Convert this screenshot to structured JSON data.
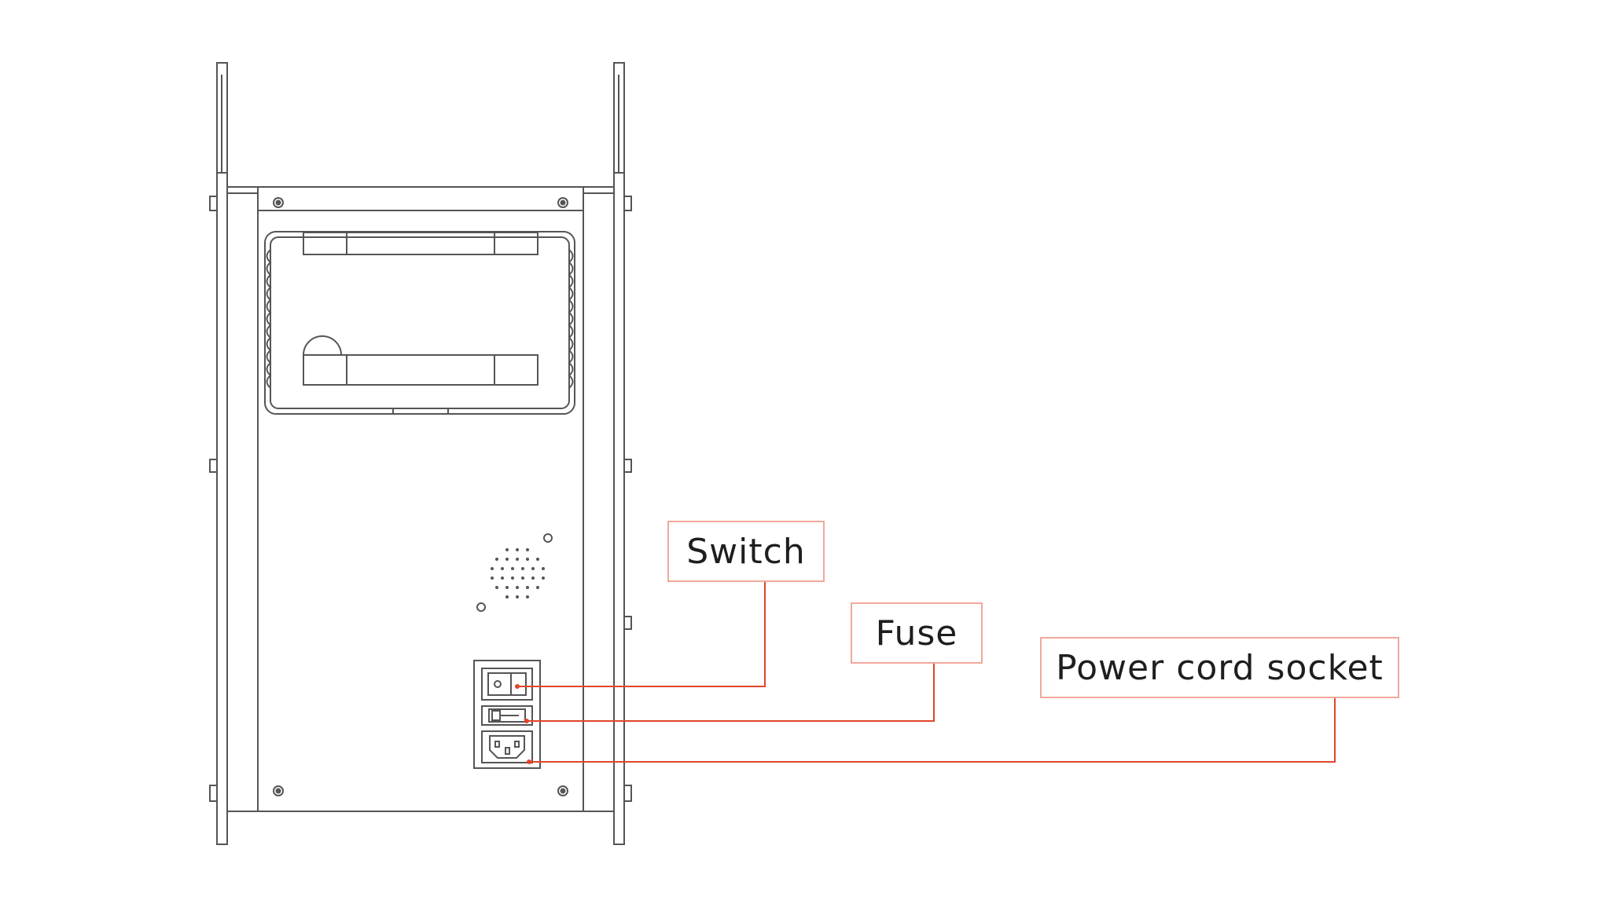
{
  "labels": {
    "switch": "Switch",
    "fuse": "Fuse",
    "power_cord_socket": "Power cord socket"
  },
  "colors": {
    "outline": "#555555",
    "leader": "#e2452a",
    "label_border": "#f0a89a",
    "text": "#1e1e1e",
    "background": "#ffffff"
  }
}
